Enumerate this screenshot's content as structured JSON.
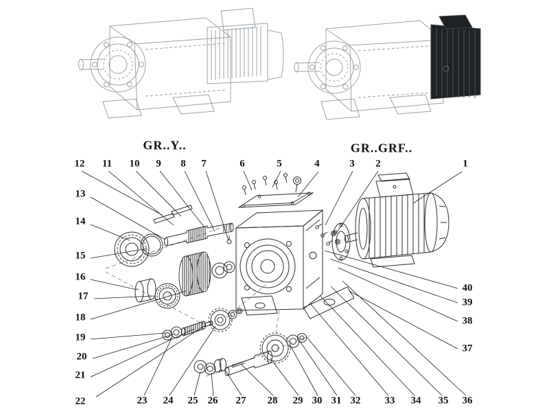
{
  "figure_labels": {
    "left": "GR..Y..",
    "right": "GR..GRF.."
  },
  "callouts": {
    "top": [
      "12",
      "11",
      "10",
      "9",
      "8",
      "7",
      "6",
      "5",
      "4",
      "3",
      "2",
      "1"
    ],
    "left": [
      "13",
      "14",
      "15",
      "16",
      "17",
      "18",
      "19",
      "20",
      "21",
      "22"
    ],
    "bottom": [
      "23",
      "24",
      "25",
      "26",
      "27",
      "28",
      "29",
      "30",
      "31",
      "32",
      "33",
      "34",
      "35",
      "36"
    ],
    "right": [
      "40",
      "39",
      "38",
      "37"
    ]
  },
  "colors": {
    "line_art_gray": "#98a0a6",
    "exploded_ink": "#2b2b2b",
    "dark_fill": "#1e2125",
    "label_ink": "#111111"
  }
}
